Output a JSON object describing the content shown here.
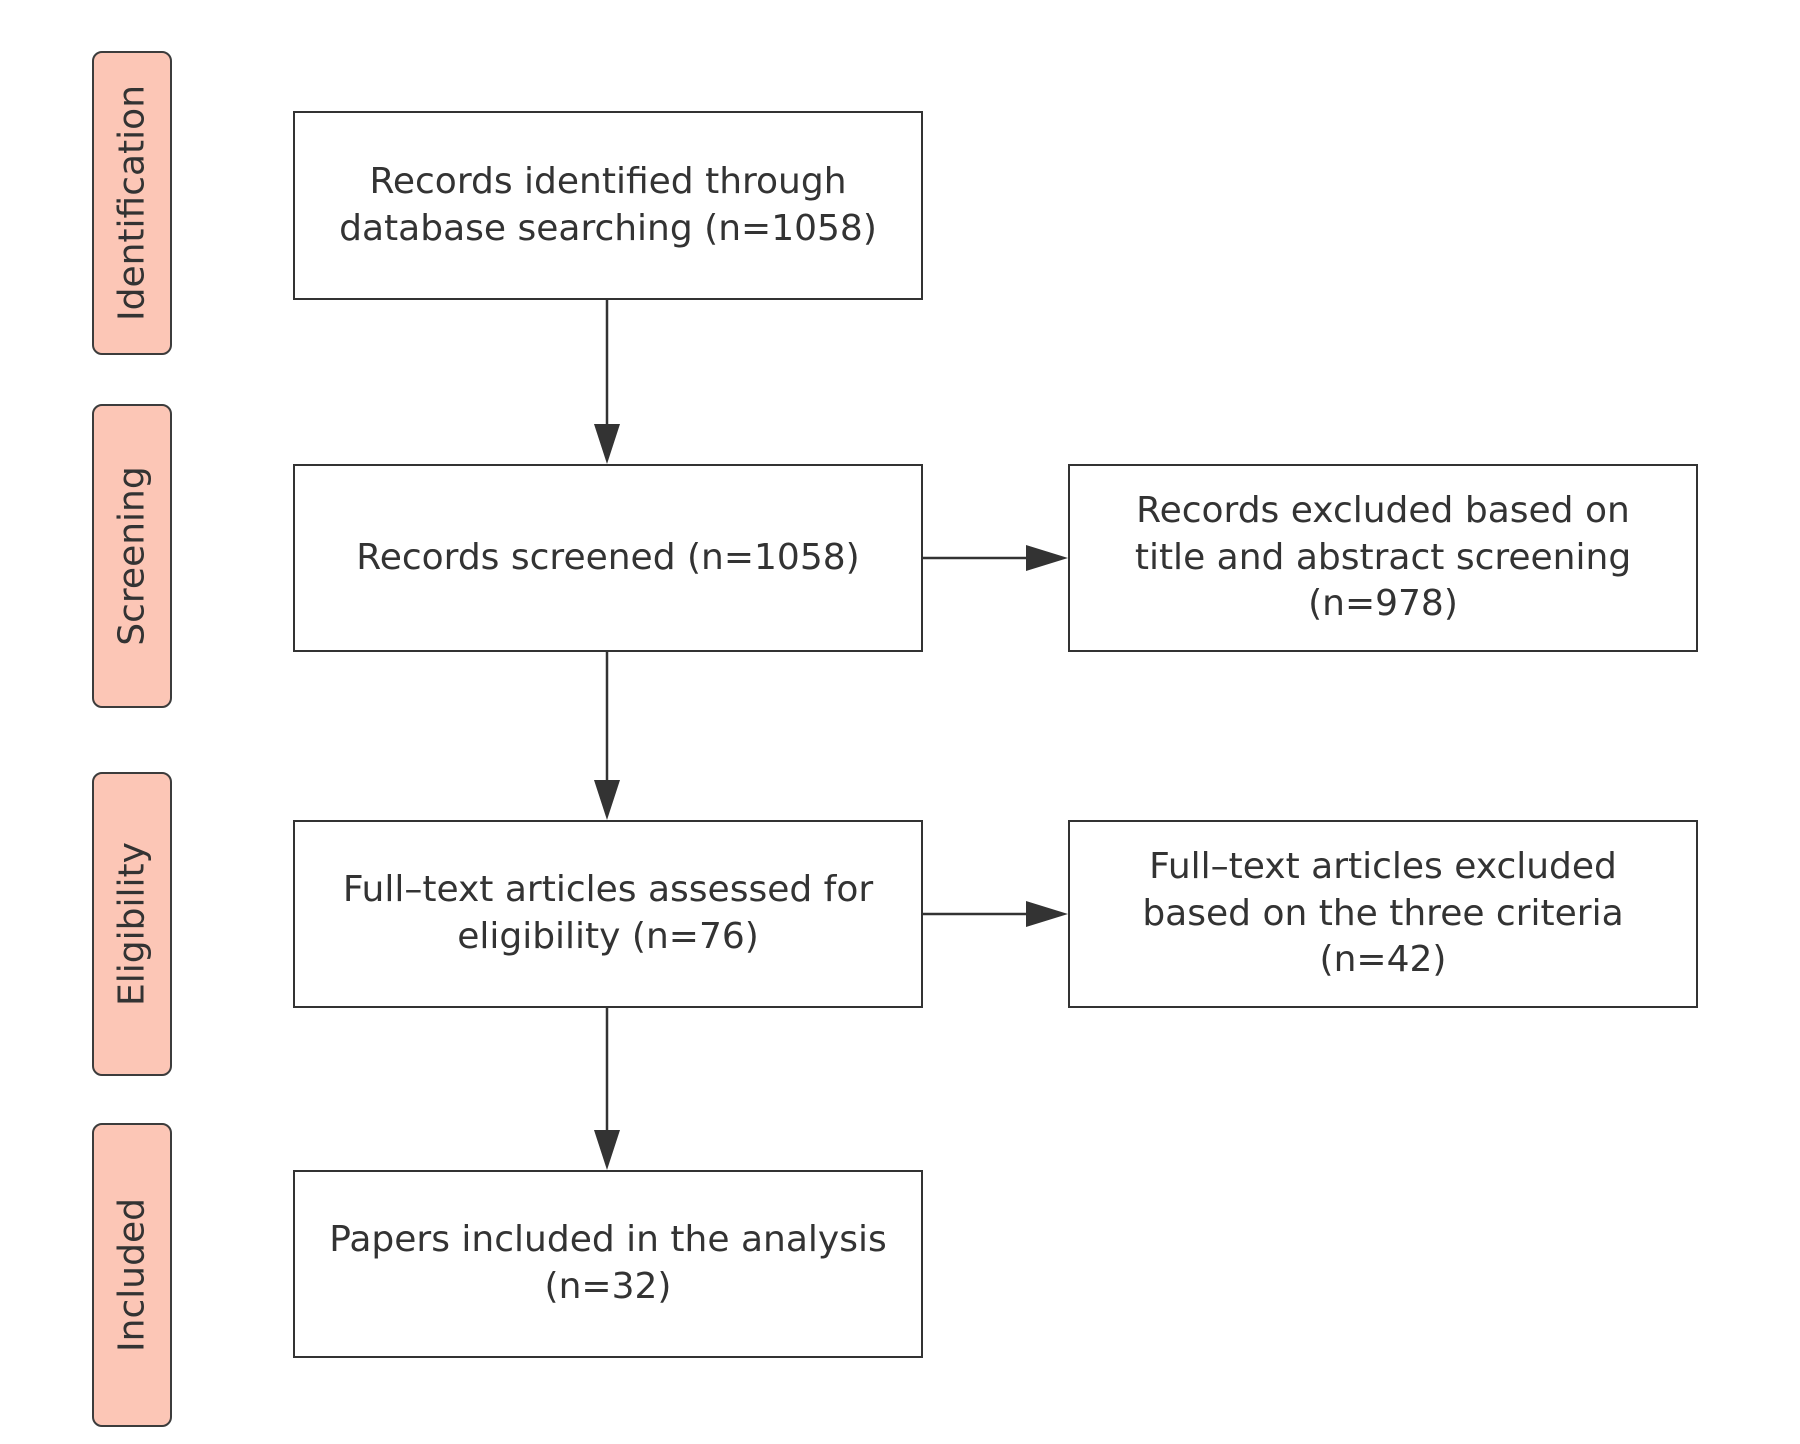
{
  "stages": [
    {
      "label": "Identification"
    },
    {
      "label": "Screening"
    },
    {
      "label": "Eligibility"
    },
    {
      "label": "Included"
    }
  ],
  "boxes": {
    "identified": "Records identified through database searching (n=1058)",
    "screened": "Records screened (n=1058)",
    "excluded_screening": "Records excluded based on title and abstract screening (n=978)",
    "assessed": "Full–text articles assessed for eligibility (n=76)",
    "excluded_fulltext": "Full–text articles excluded based on the three criteria (n=42)",
    "included": "Papers included in the analysis (n=32)"
  },
  "colors": {
    "stage_fill": "#fcc6b6",
    "line": "#333333",
    "box_fill": "#ffffff"
  }
}
